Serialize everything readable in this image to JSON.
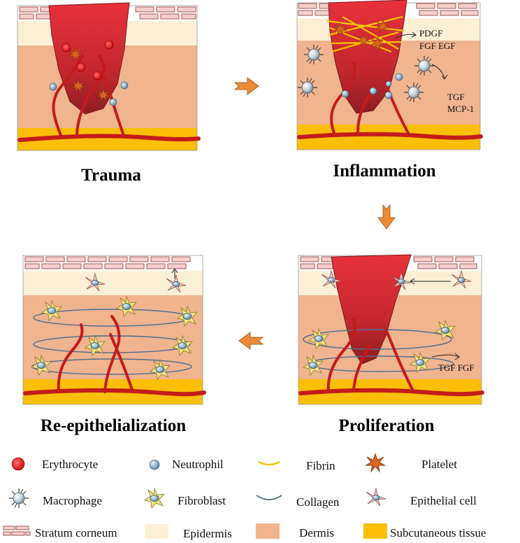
{
  "stages": {
    "trauma": {
      "title": "Trauma"
    },
    "inflammation": {
      "title": "Inflammation",
      "factors": [
        "PDGF",
        "FGF EGF",
        "TGF",
        "MCP-1"
      ]
    },
    "proliferation": {
      "title": "Proliferation",
      "factors": [
        "TGF FGF"
      ]
    },
    "reepithelialization": {
      "title": "Re-epithelialization"
    }
  },
  "legend": {
    "erythrocyte": "Erythrocyte",
    "neutrophil": "Neutrophil",
    "fibrin": "Fibrin",
    "platelet": "Platelet",
    "macrophage": "Macrophage",
    "fibroblast": "Fibroblast",
    "collagen": "Collagen",
    "epithelial_cell": "Epithelial cell",
    "stratum_corneum": "Stratum corneum",
    "epidermis": "Epidermis",
    "dermis": "Dermis",
    "subcutaneous": "Subcutaneous tissue"
  },
  "colors": {
    "stratum_corneum": "#f4cfc9",
    "epidermis": "#fbf0d6",
    "dermis": "#f0b48f",
    "subcutaneous": "#fbbf07",
    "wound": "#d2262f",
    "vessel": "#c41b1b",
    "arrow": "#ec8a38",
    "fibroblast": "#f0dd78",
    "neutrophil": "#8fb6cf",
    "collagen": "#4e6f8f",
    "fibrin": "#f5c400"
  }
}
